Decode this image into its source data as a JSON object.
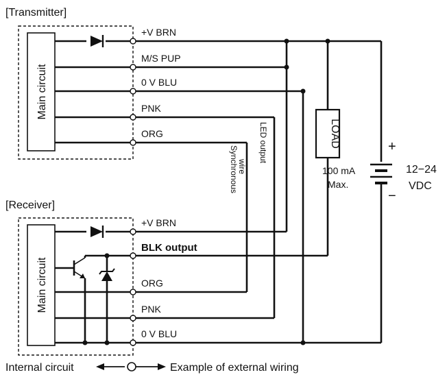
{
  "transmitter": {
    "title": "[Transmitter]",
    "main_circuit": "Main circuit",
    "terminals": [
      "+V BRN",
      "M/S PUP",
      "0 V BLU",
      "PNK",
      "ORG"
    ]
  },
  "receiver": {
    "title": "[Receiver]",
    "main_circuit": "Main circuit",
    "terminals": [
      "+V BRN",
      "BLK output",
      "ORG",
      "PNK",
      "0 V BLU"
    ]
  },
  "wire_labels": {
    "synchronous_1": "Synchronous",
    "synchronous_2": "wire",
    "led_output": "LED output"
  },
  "load": {
    "label": "LOAD",
    "current": "100 mA",
    "max": "Max."
  },
  "supply": {
    "plus": "+",
    "minus": "−",
    "voltage": "12−24",
    "unit": "VDC"
  },
  "footer": {
    "internal": "Internal circuit",
    "external": "Example of external wiring"
  }
}
